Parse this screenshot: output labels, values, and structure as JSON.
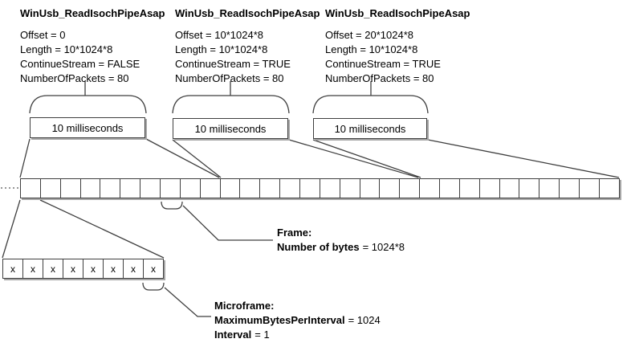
{
  "calls": [
    {
      "title": "WinUsb_ReadIsochPipeAsap",
      "params": [
        "Offset = 0",
        "Length = 10*1024*8",
        "ContinueStream = FALSE",
        "NumberOfPackets = 80"
      ],
      "duration_label": "10 milliseconds"
    },
    {
      "title": "WinUsb_ReadIsochPipeAsap",
      "params": [
        "Offset = 10*1024*8",
        "Length = 10*1024*8",
        "ContinueStream = TRUE",
        "NumberOfPackets = 80"
      ],
      "duration_label": "10 milliseconds"
    },
    {
      "title": "WinUsb_ReadIsochPipeAsap",
      "params": [
        "Offset = 20*1024*8",
        "Length = 10*1024*8",
        "ContinueStream = TRUE",
        "NumberOfPackets = 80"
      ],
      "duration_label": "10 milliseconds"
    }
  ],
  "timeline": {
    "frame_count": 30
  },
  "microframe_row": {
    "cell_count": 8,
    "cell_label": "x"
  },
  "frame_callout": {
    "title": "Frame:",
    "property": "Number of bytes",
    "value": "= 1024*8"
  },
  "microframe_callout": {
    "title": "Microframe:",
    "lines": [
      {
        "property": "MaximumBytesPerInterval",
        "value": "= 1024"
      },
      {
        "property": "Interval",
        "value": "= 1"
      }
    ]
  },
  "colors": {
    "line": "#3f3f3f",
    "shadow": "#a6a6a6",
    "text": "#000000",
    "background": "#ffffff"
  }
}
